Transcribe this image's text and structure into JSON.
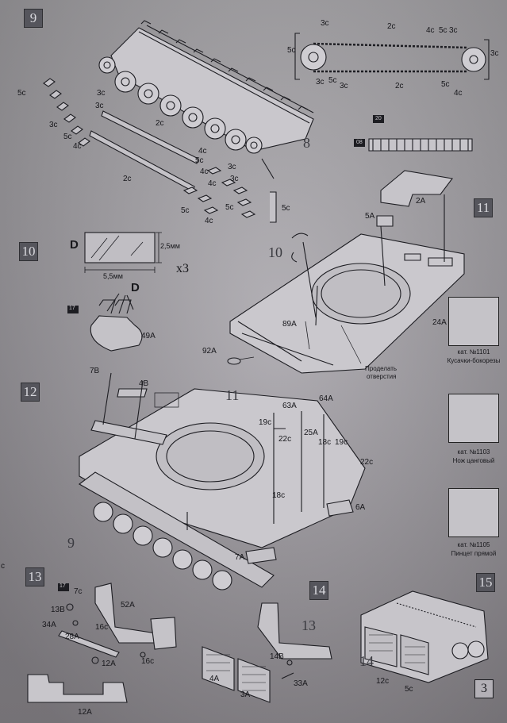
{
  "steps": {
    "s9": "9",
    "s10": "10",
    "s11": "11",
    "s12": "12",
    "s13": "13",
    "s14": "14",
    "s15": "15"
  },
  "step9": {
    "labels": [
      "5c",
      "3c",
      "3c",
      "2c",
      "4c",
      "3c",
      "5c",
      "4c",
      "5c",
      "3c",
      "2c",
      "3c",
      "4c",
      "4c",
      "5c",
      "5c",
      "4c",
      "5c",
      "2c",
      "3c",
      "3c",
      "3c",
      "5c",
      "3c",
      "4c",
      "5c",
      "5c",
      "3c",
      "4c",
      "8"
    ],
    "track_top": {
      "top": [
        "3c",
        "2c",
        "4c",
        "5c",
        "3c"
      ],
      "bottom": [
        "3c",
        "5c",
        "3c",
        "2c",
        "5c",
        "4c"
      ],
      "left": "5c",
      "right": "3c"
    },
    "badges": [
      "20",
      "08"
    ]
  },
  "step10": {
    "part_letter": "D",
    "width": "5,5мм",
    "height": "2,5мм",
    "multiplier": "x3",
    "part": "49A",
    "badge": "17"
  },
  "step11": {
    "labels": [
      "2A",
      "5A",
      "24A",
      "89A",
      "92A"
    ],
    "ghost": "10",
    "drill_note": [
      "Проделать",
      "отверстия"
    ]
  },
  "tools": [
    {
      "cat": "кат. №1101",
      "name": "Кусачки-бокорезы"
    },
    {
      "cat": "кат. №1103",
      "name": "Нож цанговый"
    },
    {
      "cat": "кат. №1105",
      "name": "Пинцет прямой"
    }
  ],
  "step12": {
    "labels": [
      "7B",
      "4B",
      "63A",
      "64A",
      "19c",
      "22c",
      "25A",
      "18c",
      "19c",
      "22c",
      "18c",
      "6A",
      "7A"
    ],
    "ghost11": "11",
    "ghost9": "9"
  },
  "step13": {
    "labels": [
      "7c",
      "52A",
      "13B",
      "34A",
      "16c",
      "28A",
      "16c",
      "12A",
      "12A"
    ],
    "badge": "17"
  },
  "step14": {
    "labels": [
      "14B",
      "4A",
      "3A",
      "33A"
    ],
    "ghost": "13"
  },
  "step15": {
    "labels": [
      "12c",
      "5c"
    ],
    "ghost": "14"
  },
  "margin_mark": "c",
  "page_number": "3"
}
